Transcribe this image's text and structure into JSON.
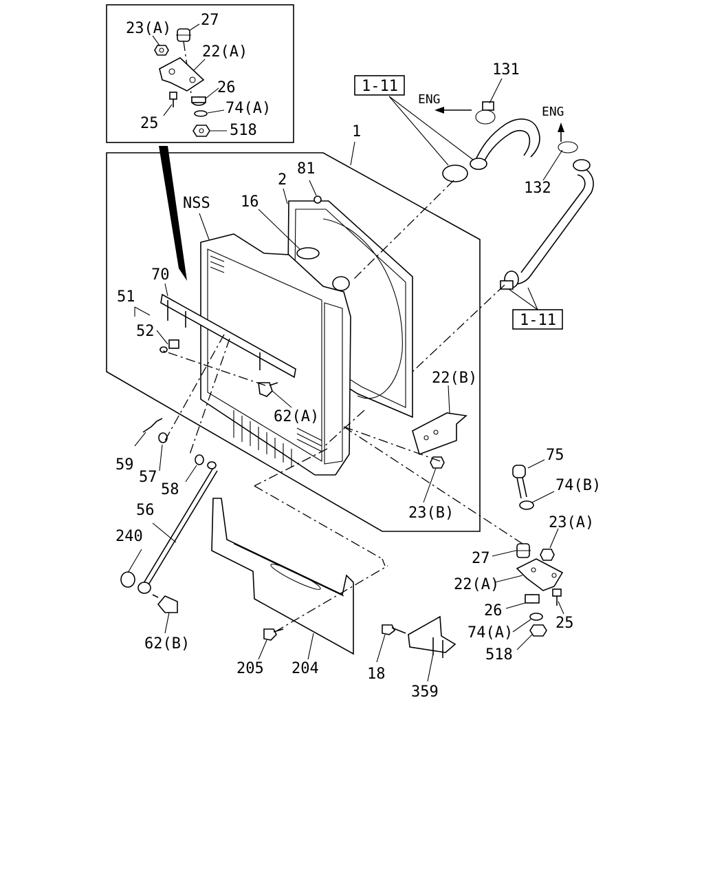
{
  "callouts": {
    "inset_23a": "23(A)",
    "inset_27": "27",
    "inset_22a": "22(A)",
    "inset_26": "26",
    "inset_74a": "74(A)",
    "inset_25": "25",
    "inset_518": "518",
    "c1": "1",
    "c2": "2",
    "c81": "81",
    "c16": "16",
    "nss": "NSS",
    "c70": "70",
    "c51": "51",
    "c52": "52",
    "c62a": "62(A)",
    "c59": "59",
    "c57": "57",
    "c58": "58",
    "c56": "56",
    "c240": "240",
    "c62b": "62(B)",
    "c205": "205",
    "c204": "204",
    "c18": "18",
    "c359": "359",
    "c22b": "22(B)",
    "c23b": "23(B)",
    "c75": "75",
    "c74b": "74(B)",
    "r23a": "23(A)",
    "r27": "27",
    "r22a": "22(A)",
    "r26": "26",
    "r25": "25",
    "r74a": "74(A)",
    "r518": "518",
    "c131": "131",
    "c132": "132",
    "eng1": "ENG",
    "eng2": "ENG",
    "ref_top": "1-11",
    "ref_right": "1-11"
  }
}
